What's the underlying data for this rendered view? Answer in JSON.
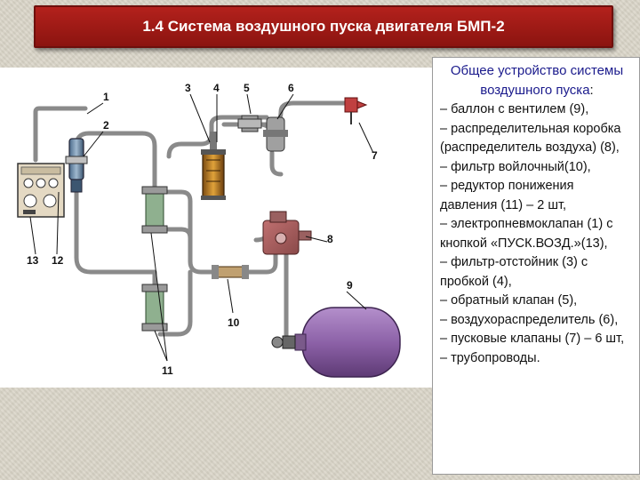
{
  "slide": {
    "title": "1.4 Система воздушного пуска двигателя БМП-2"
  },
  "diagram": {
    "callouts": [
      {
        "id": "c1",
        "text": "1"
      },
      {
        "id": "c2",
        "text": "2"
      },
      {
        "id": "c3",
        "text": "3"
      },
      {
        "id": "c4",
        "text": "4"
      },
      {
        "id": "c5",
        "text": "5"
      },
      {
        "id": "c6",
        "text": "6"
      },
      {
        "id": "c7",
        "text": "7"
      },
      {
        "id": "c8",
        "text": "8"
      },
      {
        "id": "c9",
        "text": "9"
      },
      {
        "id": "c10",
        "text": "10"
      },
      {
        "id": "c11",
        "text": "11"
      },
      {
        "id": "c12",
        "text": "12"
      },
      {
        "id": "c13",
        "text": "13"
      }
    ],
    "colors": {
      "pipe": "#8a8a8a",
      "cylinder": "#8d62a8",
      "filter": "#d79a2f",
      "panel": "#e4d9c3",
      "label": "#111111"
    }
  },
  "legend": {
    "heading": "Общее устройство системы воздушного пуска",
    "heading_colon": ":",
    "items": [
      "– баллон с вентилем (9),",
      "– распределительная коробка (распределитель воздуха) (8),",
      "– фильтр войлочный(10),",
      "– редуктор понижения давления (11) – 2 шт,",
      "– электропневмоклапан (1) с кнопкой «ПУСК.ВОЗД.»(13),",
      "– фильтр-отстойник (3) с пробкой (4),",
      "– обратный клапан (5),",
      "– воздухораспределитель (6),",
      "– пусковые клапаны (7) – 6 шт,",
      "– трубопроводы."
    ]
  }
}
